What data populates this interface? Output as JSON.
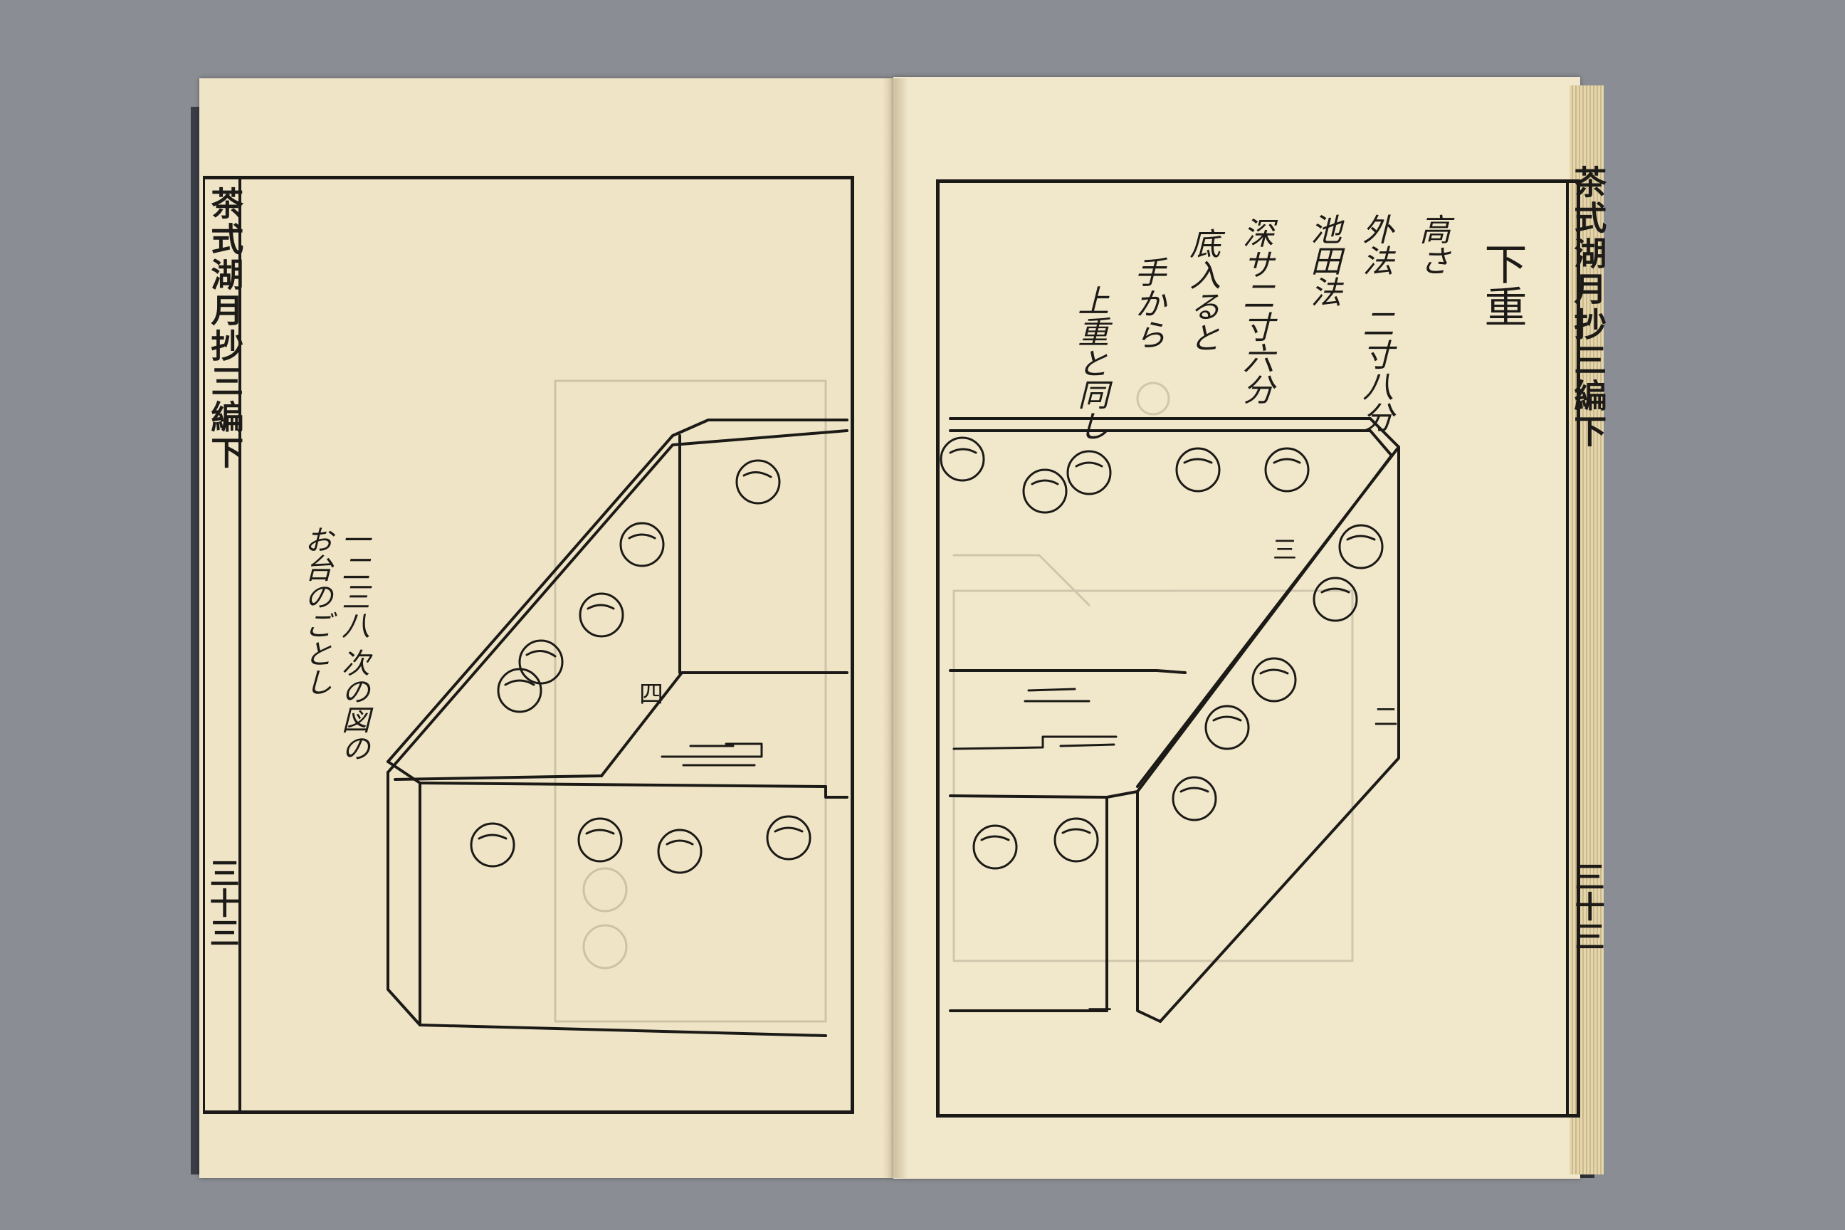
{
  "book": {
    "left_page": {
      "running_head": "茶式湖月抄三編下",
      "folio": "三十三",
      "note_lines": [
        "一二三八 次の図の",
        "お台のごとし"
      ],
      "marks": {
        "four": "四"
      }
    },
    "right_page": {
      "running_head": "茶式湖月抄三編下",
      "folio": "三十三",
      "title": "下重",
      "note_lines": [
        "高さ",
        "外法",
        "二寸八分",
        "池田法",
        "深サ二寸六分",
        "底入ると",
        "手から",
        "上重と",
        "同し"
      ],
      "marks": {
        "three": "三",
        "two": "二",
        "one": "一"
      }
    }
  },
  "colors": {
    "paper": "#f0e6c8",
    "ink": "#1c1a17",
    "background": "#8a8d93"
  }
}
